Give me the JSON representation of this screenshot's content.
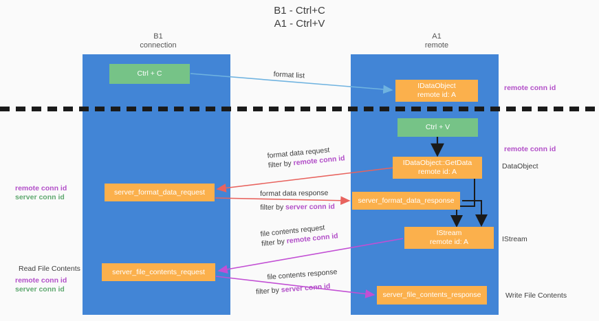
{
  "title": {
    "line1": "B1 - Ctrl+C",
    "line2": "A1 - Ctrl+V"
  },
  "columns": [
    {
      "name": "B1",
      "sub": "connection"
    },
    {
      "name": "A1",
      "sub": "remote"
    }
  ],
  "nodes": {
    "ctrl_c": {
      "label": "Ctrl + C",
      "color": "#76c387"
    },
    "idataobject": {
      "line1": "IDataObject",
      "line2": "remote id: A",
      "color": "#fbb04c"
    },
    "ctrl_v": {
      "label": "Ctrl + V",
      "color": "#76c387"
    },
    "getdata": {
      "line1": "IDataObject::GetData",
      "line2": "remote id: A",
      "color": "#fbb04c"
    },
    "server_format_data_request": {
      "label": "server_format_data_request",
      "color": "#fbb04c"
    },
    "server_format_data_response": {
      "label": "server_format_data_response",
      "color": "#fbb04c"
    },
    "istream": {
      "line1": "IStream",
      "line2": "remote id: A",
      "color": "#fbb04c"
    },
    "server_file_contents_request": {
      "label": "server_file_contents_request",
      "color": "#fbb04c"
    },
    "server_file_contents_response": {
      "label": "server_file_contents_response",
      "color": "#fbb04c"
    }
  },
  "edges": {
    "format_list": {
      "label": "format list"
    },
    "format_data_request": {
      "line1": "format data request",
      "filter_prefix": "filter by ",
      "filter_key": "remote conn id"
    },
    "format_data_response": {
      "line1": "format data response",
      "filter_prefix": "filter by ",
      "filter_key": "server conn id"
    },
    "file_contents_request": {
      "line1": "file contents request",
      "filter_prefix": "filter by ",
      "filter_key": "remote conn id"
    },
    "file_contents_response": {
      "line1": "file contents response",
      "filter_prefix": "filter by ",
      "filter_key": "server conn id"
    }
  },
  "annotations": {
    "right_remote_conn_id_top": "remote conn id",
    "right_remote_conn_id_mid": "remote conn id",
    "right_dataobject": "DataObject",
    "right_istream": "IStream",
    "right_write_file_contents": "Write File Contents",
    "left_remote_conn_id": "remote conn id",
    "left_server_conn_id": "server conn id",
    "left_read_file_contents": "Read File Contents",
    "left_remote_conn_id_2": "remote conn id",
    "left_server_conn_id_2": "server conn id"
  },
  "colors": {
    "lane": "#4285d6",
    "green_box": "#76c387",
    "orange_box": "#fbb04c",
    "purple_text": "#b24fc8",
    "green_text": "#5fa86f",
    "arrow_blue": "#6fb3e0",
    "arrow_red": "#e8635e",
    "arrow_magenta": "#c24fd4",
    "arrow_black": "#1a1a1a",
    "divider": "#1a1a1a",
    "background": "#fafafa"
  }
}
